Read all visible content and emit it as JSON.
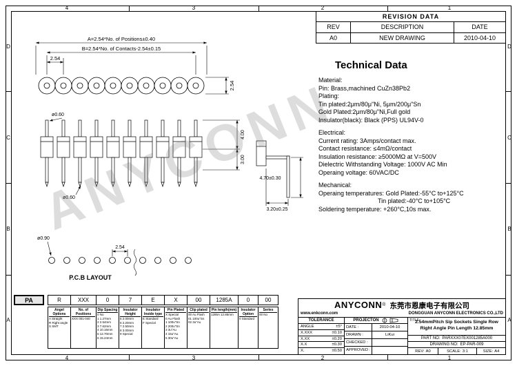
{
  "frame": {
    "zone_cols": [
      "4",
      "3",
      "2",
      "1"
    ],
    "zone_rows": [
      "D",
      "C",
      "B",
      "A"
    ]
  },
  "revision_table": {
    "title": "REVISION DATA",
    "headers": [
      "REV",
      "DESCRIPTION",
      "DATE"
    ],
    "row": [
      "A0",
      "NEW DRAWING",
      "2010-04-10"
    ]
  },
  "technical_data": {
    "title": "Technical Data",
    "material_heading": "Material:",
    "material_lines": [
      "Pin: Brass,machined CuZn38Pb2",
      "Plating:",
      "Tin plated:2μm/80μ\"Ni, 5μm/200μ\"Sn",
      "Gold Plated:2μm/80μ\"Ni,Full gold",
      "Insulator(black): Black (PPS) UL94V-0"
    ],
    "electrical_heading": "Electrical:",
    "electrical_lines": [
      "Current rating: 3Amps/contact max.",
      "Contact resistance: ≤4mΩ/contact",
      "Insulation resistance: ≥5000MΩ at V=500V",
      "Dielectric Withstanding Voltage: 1000V AC Min",
      "Operaing voltage: 60VAC/DC"
    ],
    "mechanical_heading": "Mechanical:",
    "mechanical_lines": [
      "Operaing temperatures: Gold Plated:-55°C to+125°C",
      "Tin plated:-40°C to+105°C",
      "Soldering temperature: +260°C,10s max."
    ]
  },
  "dimensions": {
    "dim_a": "A=2.54*No. of Positions±0.40",
    "dim_b": "B=2.54*No. of Contacts-2.54±0.15",
    "pitch": "2.54",
    "row_height": "2.54",
    "pin_dia_top": "ø0.60",
    "height_400": "4.00",
    "height_300": "3.00",
    "bend_470": "4.70±0.30",
    "bend_320": "3.20±0.25",
    "pin_dia_bottom": "ø0.60",
    "hole_dia": "ø0.90",
    "pcb_pitch": "2.54",
    "pcb_label": "P.C.B LAYOUT"
  },
  "part_table": {
    "prefix": "PA",
    "cells": [
      "R",
      "XXX",
      "0",
      "7",
      "E",
      "X",
      "00",
      "1285A",
      "0",
      "00"
    ],
    "columns": [
      {
        "header": "Angel Options",
        "items": [
          "A Straight",
          "R Right angle",
          "S SMT"
        ]
      },
      {
        "header": "No. of Positions",
        "items": [
          "XXX 001-040"
        ]
      },
      {
        "header": "Dip Spacing",
        "items": [
          "0 No",
          "1 1.27mm",
          "2 2.54mm",
          "3 7.62mm",
          "4 10.16mm",
          "5 12.70mm",
          "6 15.24mm"
        ]
      },
      {
        "header": "Insulator Height",
        "items": [
          "5 2.00mm",
          "6 2.20mm",
          "7 2.50mm",
          "8 3.00mm",
          "9 Special"
        ]
      },
      {
        "header": "Insulator Inside type",
        "items": [
          "E Standard",
          "F Special"
        ]
      },
      {
        "header": "Pin Plated",
        "items": [
          "X Special",
          "0 Au Flash",
          "1 100u\"Sn",
          "2 200u\"Sn",
          "3 3u\"Au",
          "4 15u\"Au",
          "5 30u\"Au"
        ]
      },
      {
        "header": "Clip plated",
        "items": [
          "00 Au Flash",
          "01 100u\"Sn",
          "02 3u\"Au"
        ]
      },
      {
        "header": "Pin length(mm)",
        "items": [
          "1285A 12.85mm"
        ]
      },
      {
        "header": "Insulator Option",
        "items": [
          "0 Standard"
        ]
      },
      {
        "header": "Series",
        "items": [
          "00 No"
        ]
      }
    ]
  },
  "title_block": {
    "logo": "ANYCONN",
    "reg_mark": "®",
    "company_cn": "东莞市恩康电子有限公司",
    "website": "www.enkconn.com",
    "company_en": "DONGGUAN ANYCONN ELECTRONICS CO.,LTD",
    "tolerance_heading": "TOLERANCE",
    "tolerances": [
      [
        "ANGLE",
        "±5°"
      ],
      [
        "X.XXX",
        "±0.10"
      ],
      [
        "X.XX",
        "±0.20"
      ],
      [
        "X.X",
        "±0.30"
      ],
      [
        "X.",
        "±0.50"
      ]
    ],
    "projection_heading": "PROJECTON",
    "fields": [
      [
        "DATE :",
        "2010-04-10"
      ],
      [
        "DRAWN :",
        "LiKui"
      ],
      [
        "CHECKED :",
        ""
      ],
      [
        "APPROVED :",
        ""
      ]
    ],
    "title_label": "TITLE:",
    "title_line1": "2.54mmPitch Sip Sockets Single Row",
    "title_line2": "Right Angle Pin Length 12.85mm",
    "part_no_label": "PART NO:",
    "part_no": "PARXXX07EX001285A000",
    "drawing_no_label": "DRAWING NO:",
    "drawing_no": "EP-PAR-009",
    "rev_label": "REV:",
    "rev": "A0",
    "scale_label": "SCALE:",
    "scale": "3:1",
    "size_label": "SIZE:",
    "size": "A4"
  },
  "watermark": "ANYCONN"
}
